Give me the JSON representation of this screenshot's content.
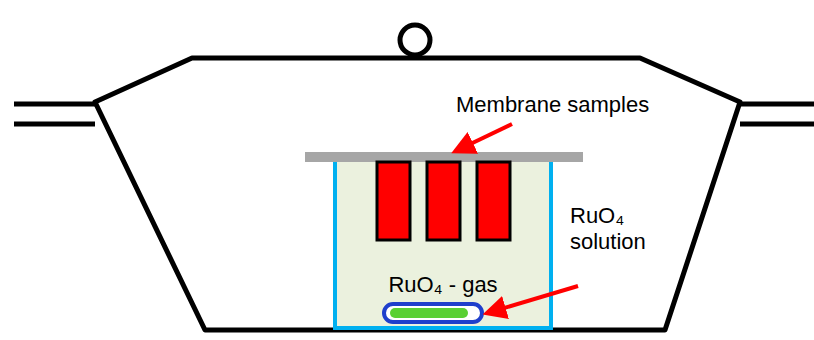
{
  "diagram": {
    "nodes": [
      {
        "text": [
          "RuO₄ - gas"
        ]
      }
    ],
    "labels": [
      "Membrane samples",
      "RuO₄ solution"
    ]
  }
}
